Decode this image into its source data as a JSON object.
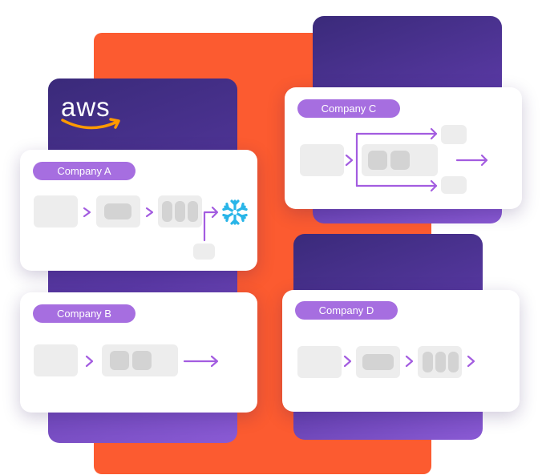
{
  "logo": {
    "name": "aws",
    "text": "aws"
  },
  "companies": [
    {
      "label": "Company A"
    },
    {
      "label": "Company B"
    },
    {
      "label": "Company C"
    },
    {
      "label": "Company D"
    }
  ],
  "colors": {
    "orange": "#fc5b30",
    "purple_dark": "#3a2a7a",
    "purple_light": "#8a5ad4",
    "pill": "#a66ee0",
    "arrow": "#a35ce0",
    "snowflake": "#29b5e8",
    "aws_smile": "#ff9900"
  },
  "icons": [
    "aws-logo",
    "snowflake-icon",
    "arrow-icon"
  ]
}
